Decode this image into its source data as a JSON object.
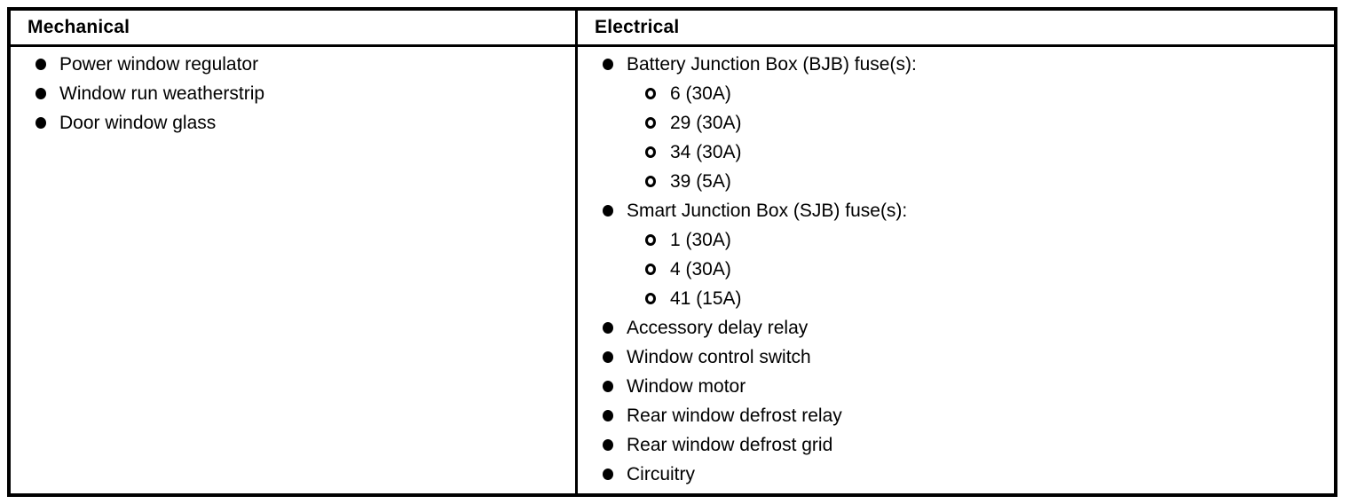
{
  "table": {
    "mechanical": {
      "header": "Mechanical",
      "items": [
        "Power window regulator",
        "Window run weatherstrip",
        "Door window glass"
      ]
    },
    "electrical": {
      "header": "Electrical",
      "items": [
        {
          "text": "Battery Junction Box (BJB) fuse(s):",
          "sub": [
            "6 (30A)",
            "29 (30A)",
            "34 (30A)",
            "39 (5A)"
          ]
        },
        {
          "text": "Smart Junction Box (SJB) fuse(s):",
          "sub": [
            "1 (30A)",
            "4 (30A)",
            "41 (15A)"
          ]
        },
        {
          "text": "Accessory delay relay"
        },
        {
          "text": "Window control switch"
        },
        {
          "text": "Window motor"
        },
        {
          "text": "Rear window defrost relay"
        },
        {
          "text": "Rear window defrost grid"
        },
        {
          "text": "Circuitry"
        }
      ]
    },
    "colors": {
      "border": "#000000",
      "background": "#ffffff",
      "text": "#000000"
    }
  }
}
